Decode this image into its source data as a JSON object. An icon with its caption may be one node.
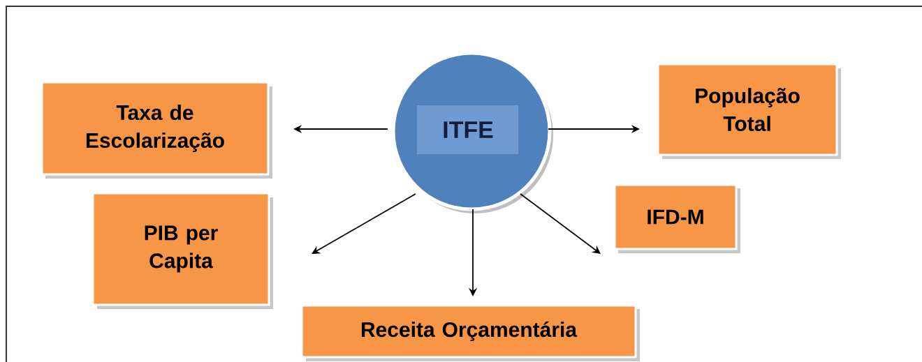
{
  "diagram": {
    "nodes": [
      {
        "text": [
          "ITFE"
        ]
      },
      {
        "text": [
          "Taxa de Escolarização"
        ]
      },
      {
        "text": [
          "População Total"
        ]
      },
      {
        "text": [
          "PIB per Capita"
        ]
      },
      {
        "text": [
          "IFD-M"
        ]
      },
      {
        "text": [
          "Receita Orçamentária"
        ]
      }
    ],
    "edges": [
      {
        "from": 0,
        "to": 1,
        "arrow": "to"
      },
      {
        "from": 0,
        "to": 2,
        "arrow": "to"
      },
      {
        "from": 0,
        "to": 3,
        "arrow": "to"
      },
      {
        "from": 0,
        "to": 5,
        "arrow": "to"
      },
      {
        "from": 0,
        "to": 4,
        "arrow": "to"
      }
    ]
  }
}
